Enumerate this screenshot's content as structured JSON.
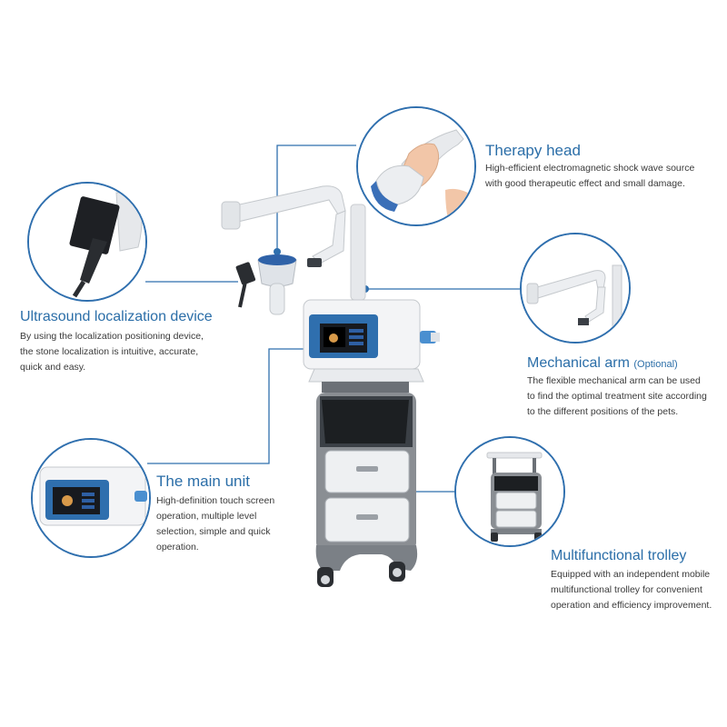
{
  "colors": {
    "accent": "#2f6fae",
    "title": "#2b6ea8",
    "text": "#3a3a3a",
    "device_white": "#f2f4f6",
    "device_blue": "#4a8fd0",
    "trolley_gray": "#8a8e93"
  },
  "callouts": {
    "therapy_head": {
      "title": "Therapy head",
      "desc": "High-efficient electromagnetic shock wave source with good therapeutic effect and small damage.",
      "icon": "therapy-head-photo"
    },
    "ultrasound": {
      "title": "Ultrasound localization device",
      "desc": "By using the localization positioning device, the stone localization is intuitive, accurate, quick and easy.",
      "icon": "ultrasound-probe-photo"
    },
    "mechanical_arm": {
      "title": "Mechanical arm",
      "title_note": "(Optional)",
      "desc": "The flexible mechanical arm can be used to find the optimal treatment site according to the different positions of the pets.",
      "icon": "mechanical-arm-photo"
    },
    "main_unit": {
      "title": "The main unit",
      "desc": "High-definition touch screen operation, multiple level selection, simple and quick operation.",
      "icon": "main-unit-photo"
    },
    "trolley": {
      "title": "Multifunctional trolley",
      "desc": "Equipped with an independent mobile multifunctional trolley for convenient operation and efficiency improvement.",
      "icon": "trolley-photo"
    }
  }
}
